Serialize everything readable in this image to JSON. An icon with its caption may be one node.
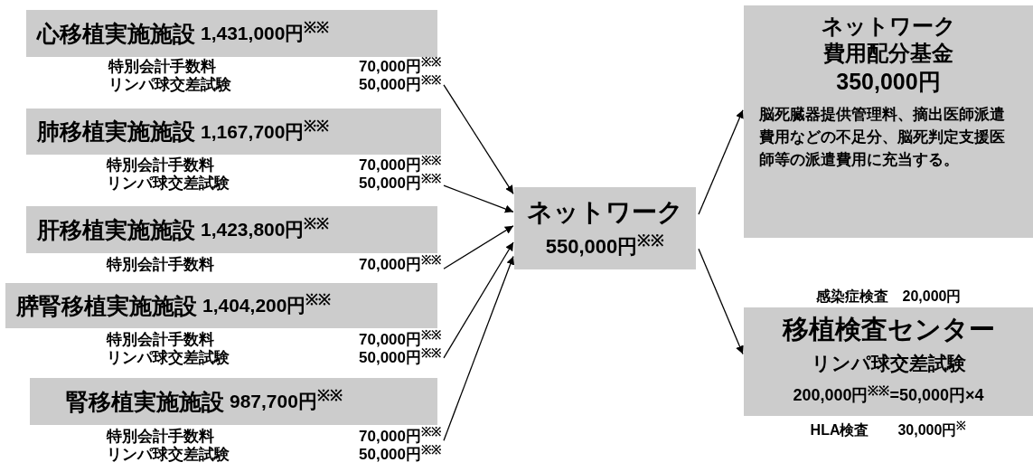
{
  "diagram": {
    "nodes": [
      {
        "text": [
          "心移植実施施設",
          "1,431,000円$^{※※}$"
        ]
      },
      {
        "text": [
          "特別会計手数料",
          "70,000円$^{※※}$",
          "リンパ球交差試験",
          "50,000円$^{※※}$"
        ]
      },
      {
        "text": [
          "肺移植実施施設",
          "1,167,700円$^{※※}$"
        ]
      },
      {
        "text": [
          "特別会計手数料",
          "70,000円$^{※※}$",
          "リンパ球交差試験",
          "50,000円$^{※※}$"
        ]
      },
      {
        "text": [
          "肝移植実施施設",
          "1,423,800円$^{※※}$"
        ]
      },
      {
        "text": [
          "特別会計手数料",
          "70,000円$^{※※}$"
        ]
      },
      {
        "text": [
          "膵腎移植実施施設",
          "1,404,200円$^{※※}$"
        ]
      },
      {
        "text": [
          "特別会計手数料",
          "70,000円$^{※※}$",
          "リンパ球交差試験",
          "50,000円$^{※※}$"
        ]
      },
      {
        "text": [
          "腎移植実施施設",
          "987,700円$^{※※}$"
        ]
      },
      {
        "text": [
          "特別会計手数料",
          "70,000円$^{※※}$",
          "リンパ球交差試験",
          "50,000円$^{※※}$"
        ]
      },
      {
        "text": [
          "ネットワーク",
          "550,000円$^{※※}$"
        ]
      },
      {
        "text": [
          "ネットワーク費用配分基金",
          "350,000円",
          "脳死臓器提供管理料、摘出医師派遣費用などの不足分、脳死判定支援医師等の派遣費用に充当する。"
        ]
      },
      {
        "text": [
          "移植検査センター",
          "リンパ球交差試験",
          "200,000円$^{※※}$=50,000円×4"
        ],
        "beside": [
          "感染症検査　20,000円",
          "HLA検査　　30,000円$^{※}$"
        ]
      }
    ],
    "edges": [
      {
        "from": 1,
        "to": 10,
        "arrow": "to"
      },
      {
        "from": 3,
        "to": 10,
        "arrow": "to"
      },
      {
        "from": 5,
        "to": 10,
        "arrow": "to"
      },
      {
        "from": 7,
        "to": 10,
        "arrow": "to"
      },
      {
        "from": 9,
        "to": 10,
        "arrow": "to"
      },
      {
        "from": 10,
        "to": 11,
        "arrow": "to"
      },
      {
        "from": 10,
        "to": 12,
        "arrow": "to"
      }
    ]
  }
}
